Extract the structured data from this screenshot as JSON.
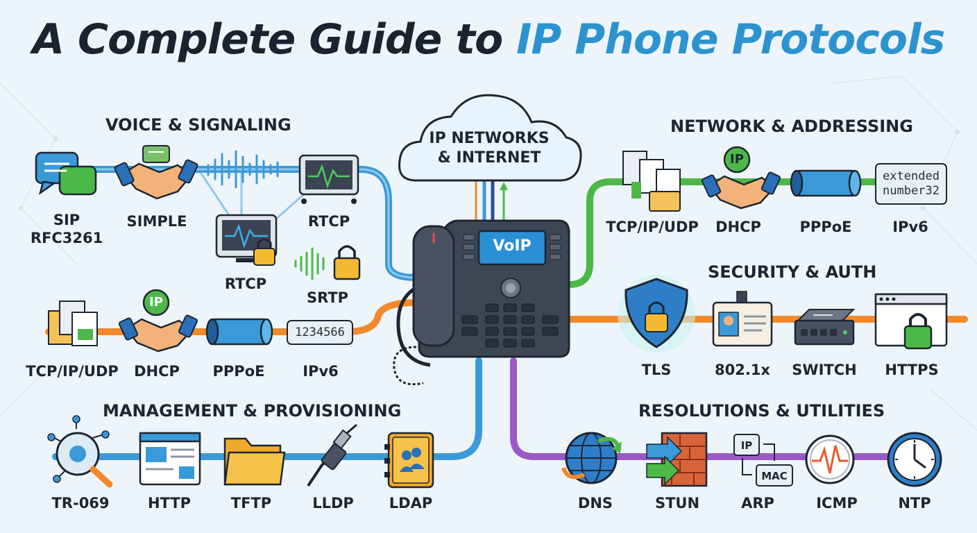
{
  "title": {
    "main": "A Complete Guide to ",
    "accent": "IP Phone Protocols"
  },
  "cloud": {
    "line1": "IP NETWORKS",
    "line2": "& INTERNET"
  },
  "phone": {
    "screen_label": "VoIP"
  },
  "sections": {
    "voice": "VOICE & SIGNALING",
    "network": "NETWORK & ADDRESSING",
    "security": "SECURITY & AUTH",
    "management": "MANAGEMENT & PROVISIONING",
    "resolutions": "RESOLUTIONS & UTILITIES"
  },
  "voice_items": {
    "sip_1": "SIP",
    "sip_2": "RFC3261",
    "simple": "SIMPLE",
    "rtcp_top": "RTCP",
    "rtcp_mid": "RTCP",
    "srtp": "SRTP"
  },
  "left_network_items": {
    "tcp": "TCP/IP/UDP",
    "dhcp": "DHCP",
    "pppoe": "PPPoE",
    "ipv6": "IPv6",
    "ip_bubble": "IP",
    "number_box": "1234566"
  },
  "right_network_items": {
    "tcp": "TCP/IP/UDP",
    "dhcp": "DHCP",
    "pppoe": "PPPoE",
    "ipv6": "IPv6",
    "ip_bubble": "IP",
    "number_box_1": "extended",
    "number_box_2": "number32"
  },
  "security_items": {
    "tls": "TLS",
    "dot1x": "802.1x",
    "switch": "SWITCH",
    "https": "HTTPS"
  },
  "management_items": {
    "tr069": "TR-069",
    "http": "HTTP",
    "tftp": "TFTP",
    "lldp": "LLDP",
    "ldap": "LDAP"
  },
  "resolution_items": {
    "dns": "DNS",
    "stun": "STUN",
    "arp": "ARP",
    "icmp": "ICMP",
    "ntp": "NTP",
    "ip_tag": "IP",
    "mac_tag": "MAC"
  },
  "colors": {
    "blue": "#3a9ad9",
    "green": "#4cb848",
    "orange": "#f08a2c",
    "purple": "#9b59c8",
    "title_accent": "#2d93cf"
  }
}
